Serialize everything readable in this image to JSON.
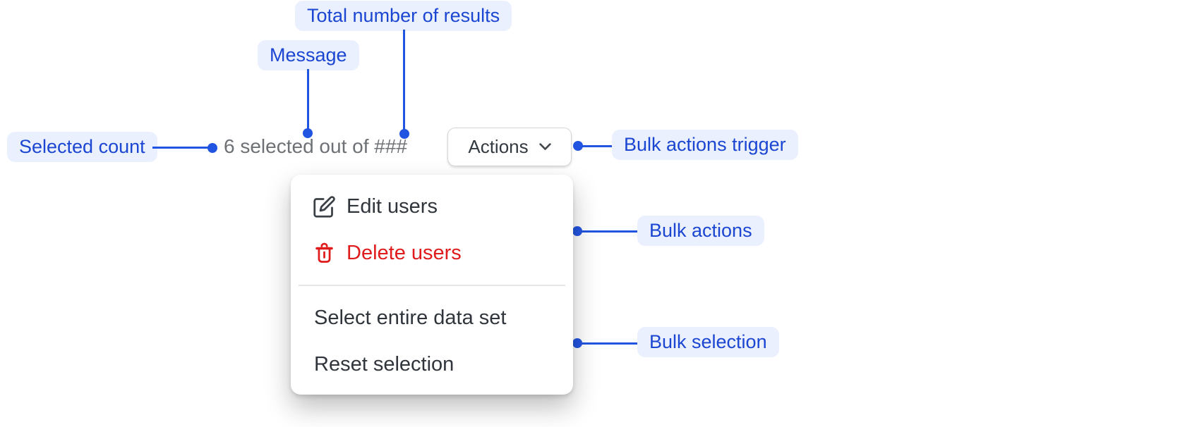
{
  "annotations": {
    "total_results": {
      "label": "Total number of results"
    },
    "message": {
      "label": "Message"
    },
    "selected_count": {
      "label": "Selected count"
    },
    "bulk_actions_trigger": {
      "label": "Bulk actions trigger"
    },
    "bulk_actions": {
      "label": "Bulk actions"
    },
    "bulk_selection": {
      "label": "Bulk selection"
    }
  },
  "bulk_bar": {
    "message": "6 selected out of ###",
    "actions_button_label": "Actions",
    "actions_button_icon": "chevron-down-icon"
  },
  "menu": {
    "items": [
      {
        "label": "Edit users",
        "icon": "edit-pencil-icon",
        "tone": "default"
      },
      {
        "label": "Delete users",
        "icon": "trash-icon",
        "tone": "critical"
      },
      {
        "label": "Select entire data set",
        "icon": null,
        "tone": "default"
      },
      {
        "label": "Reset selection",
        "icon": null,
        "tone": "default"
      }
    ]
  },
  "colors": {
    "annotation_text": "#1b46d2",
    "annotation_bg": "#eaf0fe",
    "connector_blue": "#2154e0",
    "message_gray": "#6d7175",
    "menu_text": "#30353c",
    "critical_red": "#df1b1b",
    "button_border": "#d3d6da"
  }
}
